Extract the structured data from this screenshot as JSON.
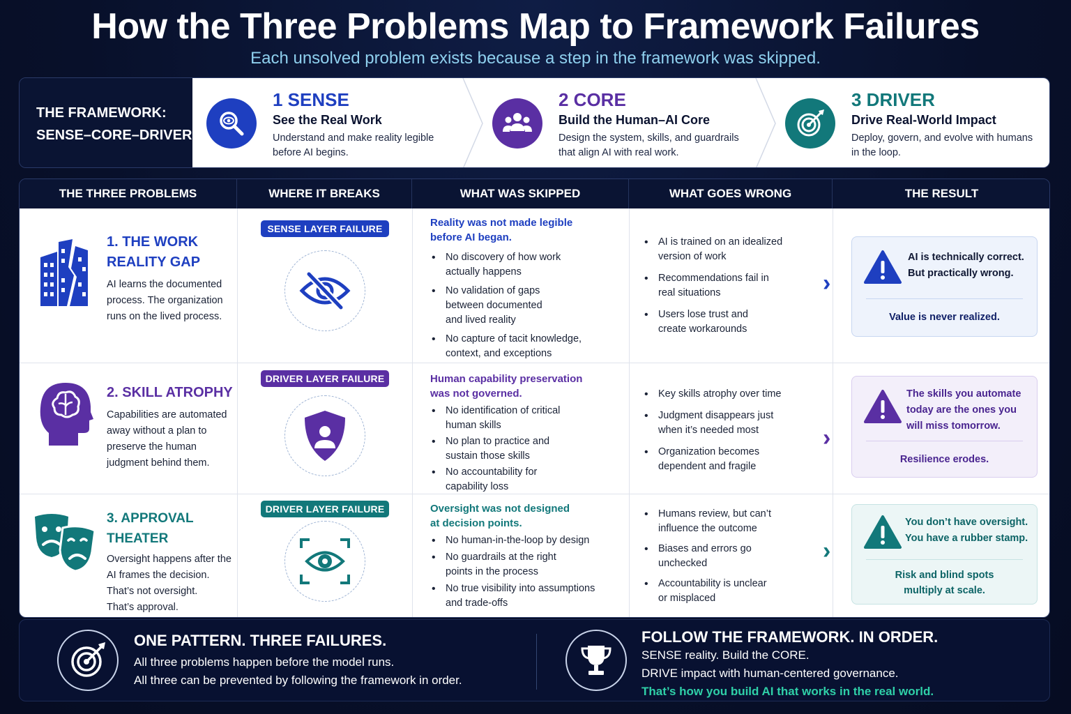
{
  "header": {
    "title": "How the Three Problems Map to Framework Failures",
    "subtitle": "Each unsolved problem exists because a step in the framework was skipped."
  },
  "framework": {
    "label_line1": "THE FRAMEWORK:",
    "label_line2": "SENSE–CORE–DRIVER",
    "steps": [
      {
        "number": "1  SENSE",
        "heading": "See the Real Work",
        "desc1": "Understand and make reality legible",
        "desc2": "before AI begins.",
        "icon": "magnifier-icon",
        "color": "#1e3fc0"
      },
      {
        "number": "2  CORE",
        "heading": "Build the Human–AI Core",
        "desc1": "Design the system, skills, and guardrails",
        "desc2": "that align AI with real work.",
        "icon": "people-group-icon",
        "color": "#5a2fa3"
      },
      {
        "number": "3  DRIVER",
        "heading": "Drive Real-World Impact",
        "desc1": "Deploy, govern, and evolve with humans",
        "desc2": "in the loop.",
        "icon": "target-arrow-icon",
        "color": "#12787a"
      }
    ]
  },
  "table": {
    "headers": [
      "THE THREE PROBLEMS",
      "WHERE IT BREAKS",
      "WHAT WAS SKIPPED",
      "WHAT GOES WRONG",
      "THE RESULT"
    ],
    "rows": [
      {
        "name1": "1. THE WORK",
        "name2": "REALITY GAP",
        "desc": [
          "AI learns the documented",
          "process. The organization",
          "runs on the lived process."
        ],
        "badge": "SENSE LAYER FAILURE",
        "skipped_head1": "Reality was not made legible",
        "skipped_head2": "before AI began.",
        "skipped": [
          [
            "No discovery of how work",
            "actually happens"
          ],
          [
            "No validation of gaps",
            "between documented",
            "and lived reality"
          ],
          [
            "No capture of tacit knowledge,",
            "context, and exceptions"
          ]
        ],
        "wrong": [
          [
            "AI is trained on an idealized",
            "version of work"
          ],
          [
            "Recommendations fail in",
            "real situations"
          ],
          [
            "Users lose trust and",
            "create workarounds"
          ]
        ],
        "result_top": [
          "AI is technically correct.",
          "But practically wrong."
        ],
        "result_bottom": [
          "Value is never realized."
        ],
        "color": "#1e3fc0"
      },
      {
        "name1": "2. SKILL ATROPHY",
        "name2": "",
        "desc": [
          "Capabilities are automated",
          "away without a plan to",
          "preserve the human",
          "judgment behind them."
        ],
        "badge": "DRIVER LAYER FAILURE",
        "skipped_head1": "Human capability preservation",
        "skipped_head2": "was not governed.",
        "skipped": [
          [
            "No identification of critical",
            "human skills"
          ],
          [
            "No plan to practice and",
            "sustain those skills"
          ],
          [
            "No accountability for",
            "capability loss"
          ]
        ],
        "wrong": [
          [
            "Key skills atrophy over time"
          ],
          [
            "Judgment disappears just",
            "when it’s needed most"
          ],
          [
            "Organization becomes",
            "dependent and fragile"
          ]
        ],
        "result_top": [
          "The skills you automate",
          "today are the ones you",
          "will miss tomorrow."
        ],
        "result_bottom": [
          "Resilience erodes."
        ],
        "color": "#5a2fa3"
      },
      {
        "name1": "3. APPROVAL THEATER",
        "name2": "",
        "desc": [
          "Oversight happens after the",
          "AI frames the decision.",
          "That’s not oversight.",
          "That’s approval."
        ],
        "badge": "DRIVER LAYER FAILURE",
        "skipped_head1": "Oversight was not designed",
        "skipped_head2": "at decision points.",
        "skipped": [
          [
            "No human-in-the-loop by design"
          ],
          [
            "No guardrails at the right",
            "points in the process"
          ],
          [
            "No true visibility into assumptions",
            "and trade-offs"
          ]
        ],
        "wrong": [
          [
            "Humans review, but can’t",
            "influence the outcome"
          ],
          [
            "Biases and errors go",
            "unchecked"
          ],
          [
            "Accountability is unclear",
            "or misplaced"
          ]
        ],
        "result_top": [
          "You don’t have oversight.",
          "You have a rubber stamp."
        ],
        "result_bottom": [
          "Risk and blind spots",
          "multiply at scale."
        ],
        "color": "#12787a"
      }
    ]
  },
  "bottom": {
    "left_heading": "ONE PATTERN. THREE FAILURES.",
    "left_line1": "All three problems happen before the model runs.",
    "left_line2": "All three can be prevented by following the framework in order.",
    "right_heading": "FOLLOW THE FRAMEWORK. IN ORDER.",
    "right_line1": "SENSE reality. Build the CORE.",
    "right_line2": "DRIVE impact with human-centered governance.",
    "right_line3": "That’s how you build AI that works in the real world.",
    "accent": "#2fd0a8"
  }
}
